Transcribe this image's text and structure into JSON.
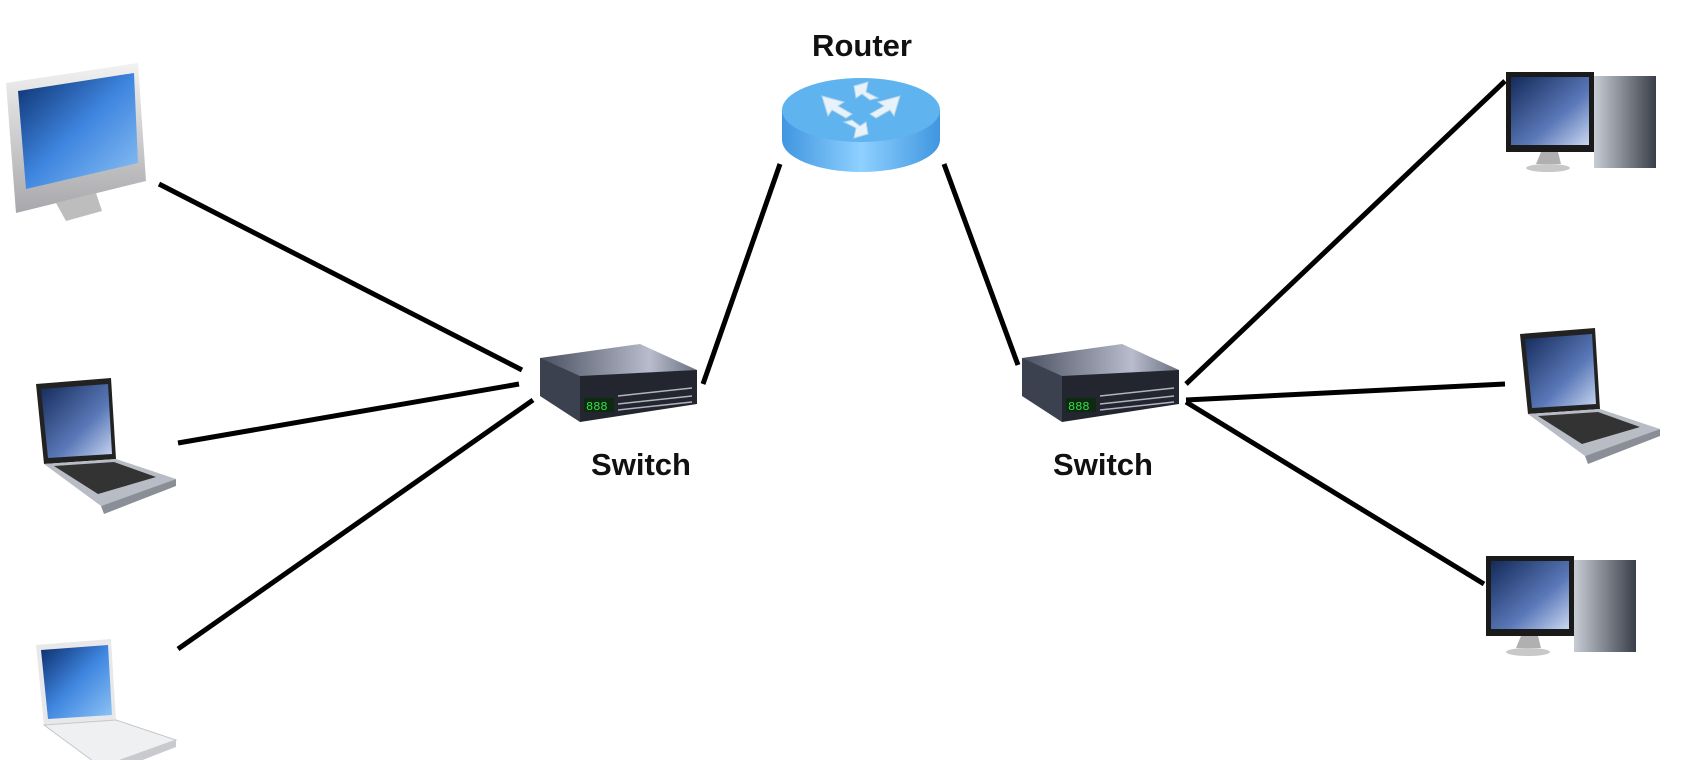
{
  "labels": {
    "router": "Router",
    "switch_left": "Switch",
    "switch_right": "Switch"
  },
  "nodes": [
    {
      "id": "router",
      "icon": "router-icon",
      "color": "#4aa8e8"
    },
    {
      "id": "switch-left",
      "icon": "network-switch-icon",
      "color": "#5a6070"
    },
    {
      "id": "switch-right",
      "icon": "network-switch-icon",
      "color": "#5a6070"
    },
    {
      "id": "imac-left",
      "icon": "all-in-one-computer-icon"
    },
    {
      "id": "laptop-left-dark",
      "icon": "laptop-icon"
    },
    {
      "id": "laptop-left-white",
      "icon": "laptop-icon"
    },
    {
      "id": "desktop-right-top",
      "icon": "desktop-computer-icon"
    },
    {
      "id": "laptop-right",
      "icon": "laptop-icon"
    },
    {
      "id": "desktop-right-bottom",
      "icon": "desktop-computer-icon"
    }
  ],
  "links": [
    [
      "imac-left",
      "switch-left"
    ],
    [
      "laptop-left-dark",
      "switch-left"
    ],
    [
      "laptop-left-white",
      "switch-left"
    ],
    [
      "switch-left",
      "router"
    ],
    [
      "router",
      "switch-right"
    ],
    [
      "switch-right",
      "desktop-right-top"
    ],
    [
      "switch-right",
      "laptop-right"
    ],
    [
      "switch-right",
      "desktop-right-bottom"
    ]
  ],
  "colors": {
    "link": "#000000",
    "screen": "#2a6fd0"
  }
}
